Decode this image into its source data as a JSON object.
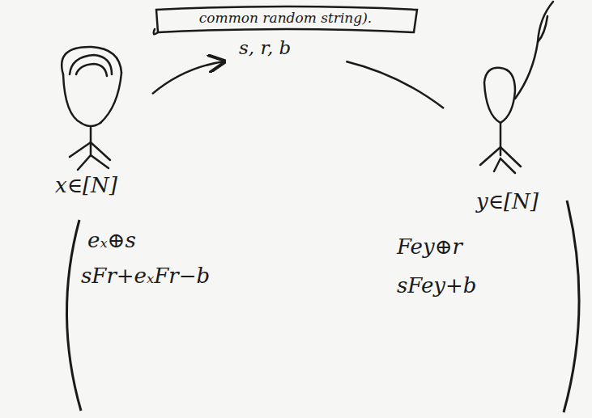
{
  "diagram": {
    "nodes": [
      {
        "text": [
          "common random string).",
          "s, r, b"
        ]
      },
      {
        "text": [
          "x∈[N]"
        ]
      },
      {
        "text": [
          "y∈[N]"
        ]
      }
    ],
    "edges": [
      {
        "from": 1,
        "to": 0,
        "arrow": "to"
      },
      {
        "from": 2,
        "to": 0,
        "arrow": "none"
      }
    ],
    "labels": [
      "eₓ⊕s",
      "sFr+eₓFr−b",
      "Fey⊕r",
      "sFey+b"
    ]
  }
}
